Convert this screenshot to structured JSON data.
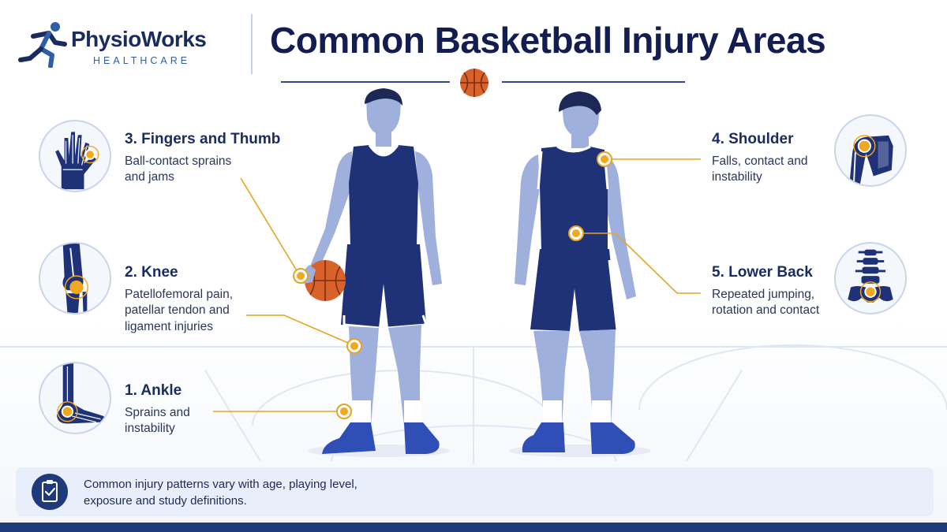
{
  "brand": {
    "name": "PhysioWorks",
    "sub": "HEALTHCARE"
  },
  "title": "Common Basketball Injury Areas",
  "areas": {
    "fingers": {
      "heading": "3. Fingers and Thumb",
      "line1": "Ball-contact sprains",
      "line2": "and jams",
      "icon": "hand-bones-icon"
    },
    "knee": {
      "heading": "2. Knee",
      "line1": "Patellofemoral pain,",
      "line2": "patellar tendon and",
      "line3": "ligament injuries",
      "icon": "knee-joint-icon"
    },
    "ankle": {
      "heading": "1. Ankle",
      "line1": "Sprains and",
      "line2": "instability",
      "icon": "foot-ankle-icon"
    },
    "shoulder": {
      "heading": "4. Shoulder",
      "line1": "Falls, contact and",
      "line2": "instability",
      "icon": "shoulder-joint-icon"
    },
    "lower_back": {
      "heading": "5. Lower Back",
      "line1": "Repeated jumping,",
      "line2": "rotation and contact",
      "icon": "spine-pelvis-icon"
    }
  },
  "note": {
    "line1": "Common injury patterns vary with age, playing level,",
    "line2": "exposure and study definitions.",
    "icon": "clipboard-check-icon"
  },
  "colors": {
    "navy": "#1a2b5e",
    "jersey": "#1f3278",
    "skin": "#9fb0dc",
    "marker": "#f0a81e",
    "ball": "#d9622b"
  }
}
